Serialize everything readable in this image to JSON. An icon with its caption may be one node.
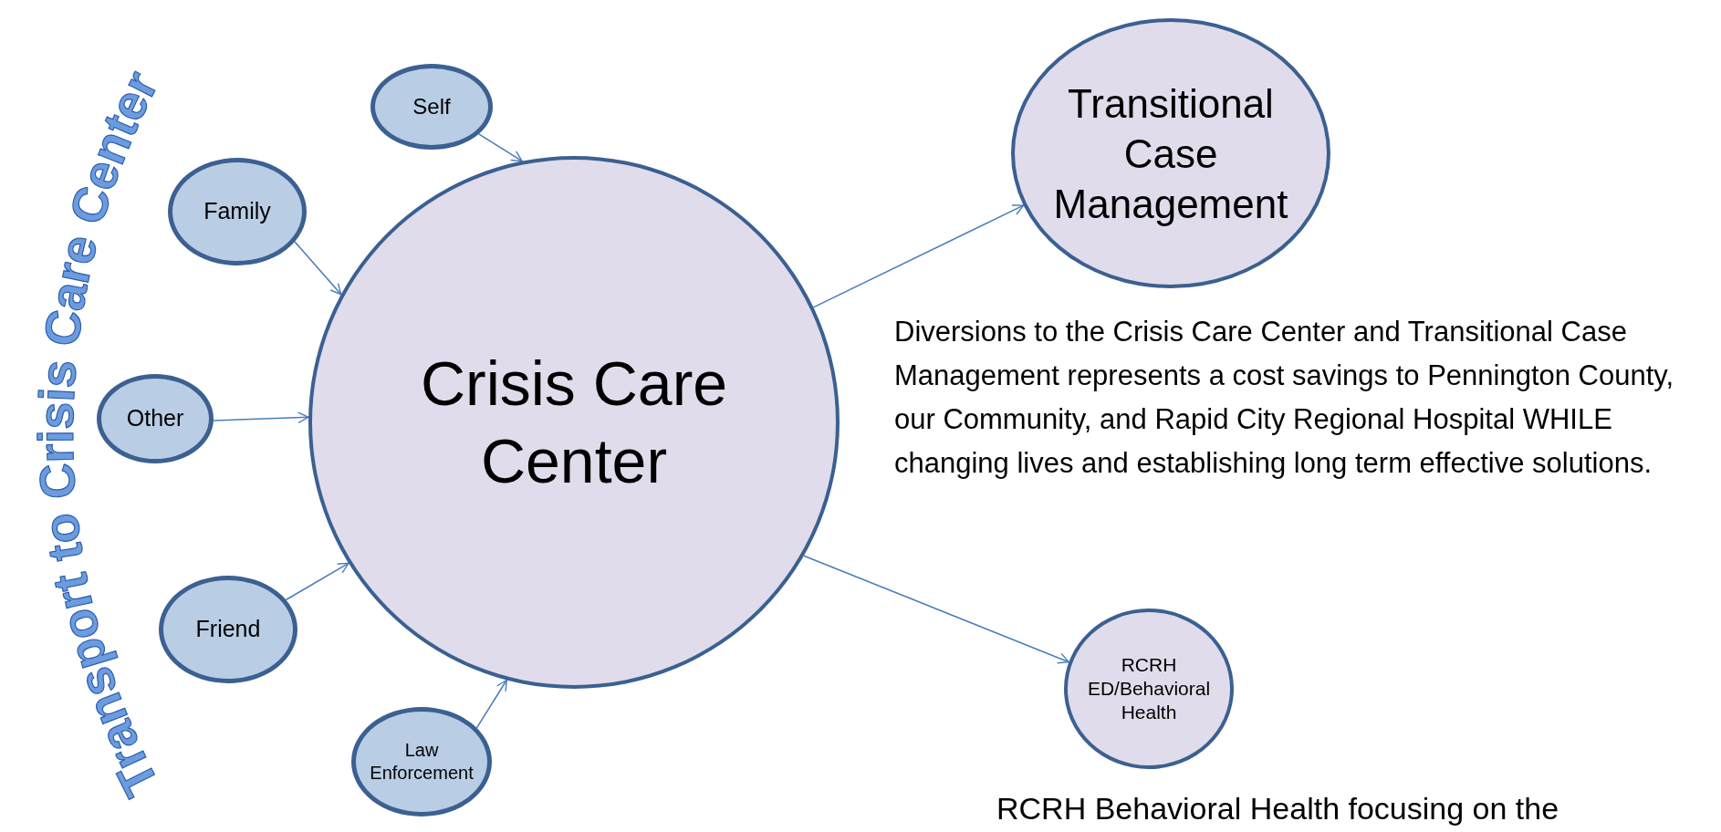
{
  "diagram": {
    "nodes": [
      {
        "text": [
          "Self"
        ]
      },
      {
        "text": [
          "Family"
        ]
      },
      {
        "text": [
          "Other"
        ]
      },
      {
        "text": [
          "Friend"
        ]
      },
      {
        "text": [
          "Law Enforcement"
        ]
      },
      {
        "text": [
          "Crisis Care Center"
        ]
      },
      {
        "text": [
          "Transitional Case Management"
        ]
      },
      {
        "text": [
          "RCRH ED/Behavioral Health"
        ]
      }
    ],
    "edges": [
      {
        "from": 0,
        "to": 5,
        "arrow": "to"
      },
      {
        "from": 1,
        "to": 5,
        "arrow": "to"
      },
      {
        "from": 2,
        "to": 5,
        "arrow": "to"
      },
      {
        "from": 3,
        "to": 5,
        "arrow": "to"
      },
      {
        "from": 4,
        "to": 5,
        "arrow": "to"
      },
      {
        "from": 5,
        "to": 6,
        "arrow": "to"
      },
      {
        "from": 5,
        "to": 7,
        "arrow": "to"
      }
    ],
    "labels": [
      "Transport to Crisis Care Center",
      "Diversions to the Crisis Care Center and Transitional Case Management represents a cost savings to Pennington County, our Community, and Rapid City Regional Hospital WHILE changing lives and establishing long term effective solutions.",
      "RCRH Behavioral Health focusing on the"
    ]
  }
}
